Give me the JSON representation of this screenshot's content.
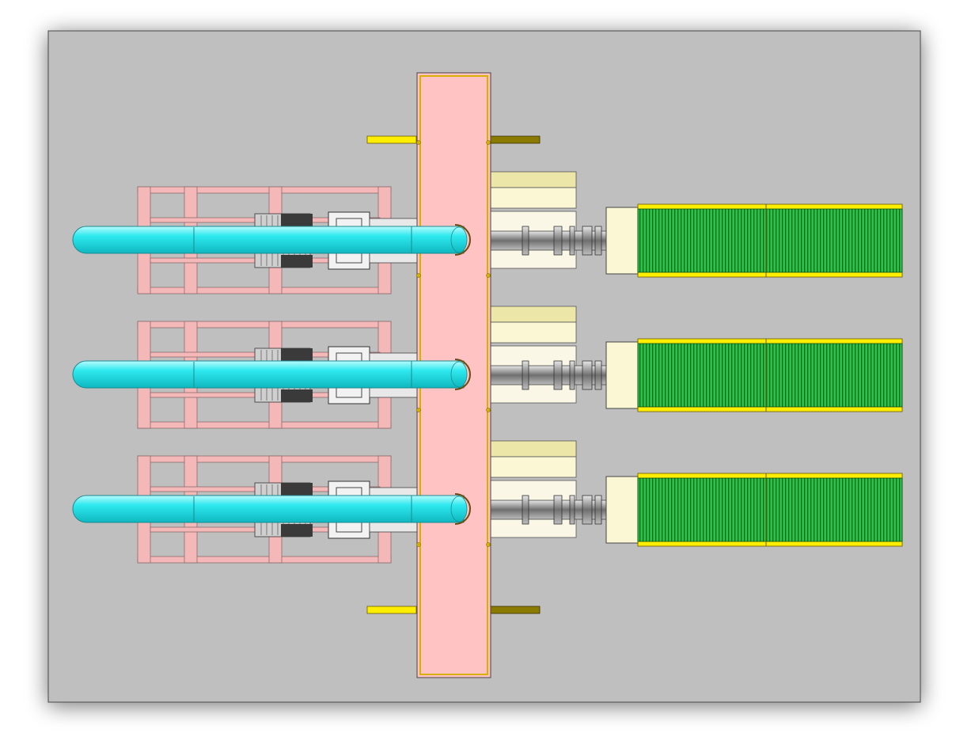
{
  "drawing": {
    "background": "#ffffff",
    "plate_color": "#bfbfbf",
    "units": [
      {
        "id": "top"
      },
      {
        "id": "middle"
      },
      {
        "id": "bottom"
      }
    ],
    "colors": {
      "frame": "#f4b8b8",
      "frame_stroke": "#8a6b6b",
      "pipe": "#22e8ee",
      "pipe_stroke": "#1a8b90",
      "header": "#ffc3c3",
      "header_border": "#d8b000",
      "yellow_bar": "#ffee00",
      "olive_bar": "#8a7a00",
      "cream": "#fbf7d4",
      "cream_dark": "#ece6a8",
      "shaft": "#8f8f8f",
      "conveyor": "#22b83a",
      "conveyor_rib": "#0c6a1e",
      "conveyor_rail": "#ffee00"
    }
  }
}
